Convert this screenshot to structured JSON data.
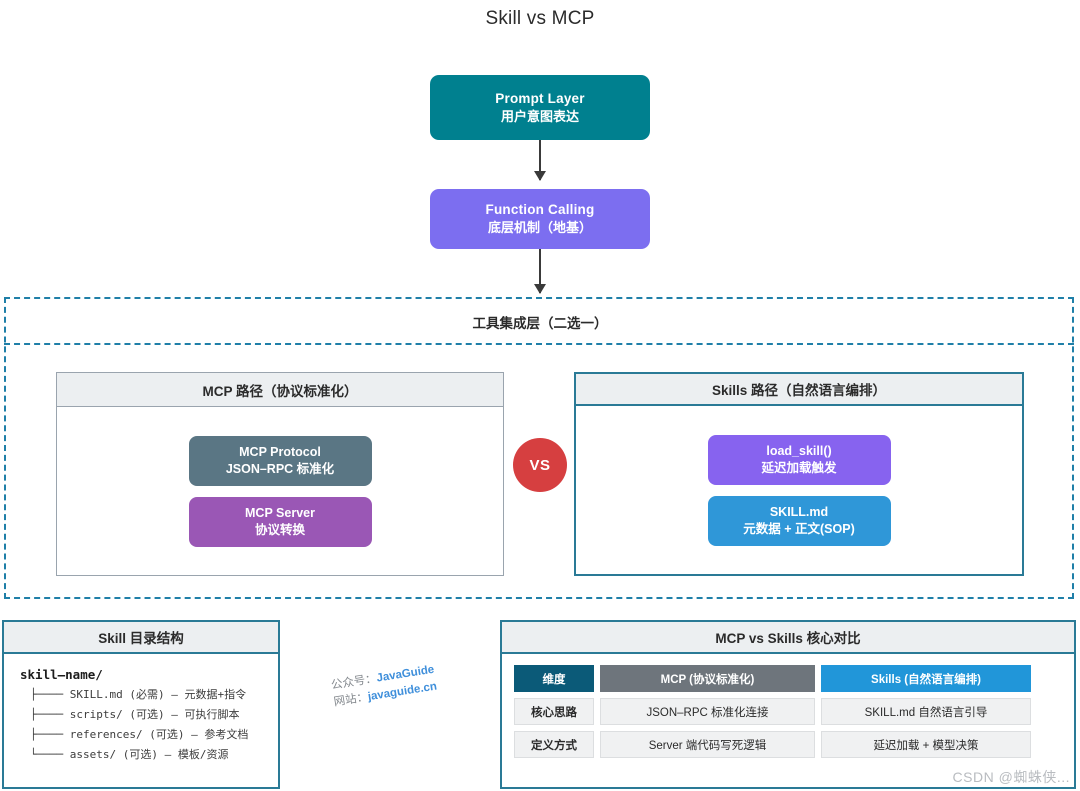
{
  "title": "Skill vs MCP",
  "flow": {
    "prompt_layer": {
      "en": "Prompt Layer",
      "zh": "用户意图表达",
      "color": "#00808f"
    },
    "function_calling": {
      "en": "Function Calling",
      "zh": "底层机制（地基）",
      "color": "#7c6ef0"
    }
  },
  "integration_layer": {
    "label": "工具集成层（二选一）",
    "border_color": "#1f7fa8",
    "vs_badge": {
      "text": "VS",
      "color": "#d63f40"
    }
  },
  "mcp_panel": {
    "header": "MCP 路径（协议标准化）",
    "chips": [
      {
        "l1": "MCP Protocol",
        "l2": "JSON–RPC 标准化",
        "color": "#5a7684"
      },
      {
        "l1": "MCP Server",
        "l2": "协议转换",
        "color": "#9a57b5"
      }
    ]
  },
  "skills_panel": {
    "header": "Skills 路径（自然语言编排）",
    "chips": [
      {
        "l1": "load_skill()",
        "l2": "延迟加载触发",
        "color": "#8763ef"
      },
      {
        "l1": "SKILL.md",
        "l2": "元数据 + 正文(SOP)",
        "color": "#2f97d8"
      }
    ]
  },
  "skill_directory": {
    "header": "Skill 目录结构",
    "root": "skill–name/",
    "entries": [
      "├──── SKILL.md (必需) – 元数据+指令",
      "├──── scripts/ (可选) – 可执行脚本",
      "├──── references/ (可选) – 参考文档",
      "└──── assets/ (可选) – 模板/资源"
    ]
  },
  "comparison": {
    "header": "MCP vs Skills 核心对比",
    "columns": [
      "维度",
      "MCP (协议标准化)",
      "Skills (自然语言编排)"
    ],
    "rows": [
      [
        "核心思路",
        "JSON–RPC 标准化连接",
        "SKILL.md 自然语言引导"
      ],
      [
        "定义方式",
        "Server 端代码写死逻辑",
        "延迟加载 + 模型决策"
      ]
    ],
    "header_colors": [
      "#0b5a78",
      "#6e757c",
      "#2196d9"
    ]
  },
  "watermarks": {
    "javaguide_line1_key": "公众号：",
    "javaguide_line1_val": "JavaGuide",
    "javaguide_line2_key": "网站：",
    "javaguide_line2_val": "javaguide.cn",
    "csdn": "CSDN @蜘蛛侠..."
  }
}
